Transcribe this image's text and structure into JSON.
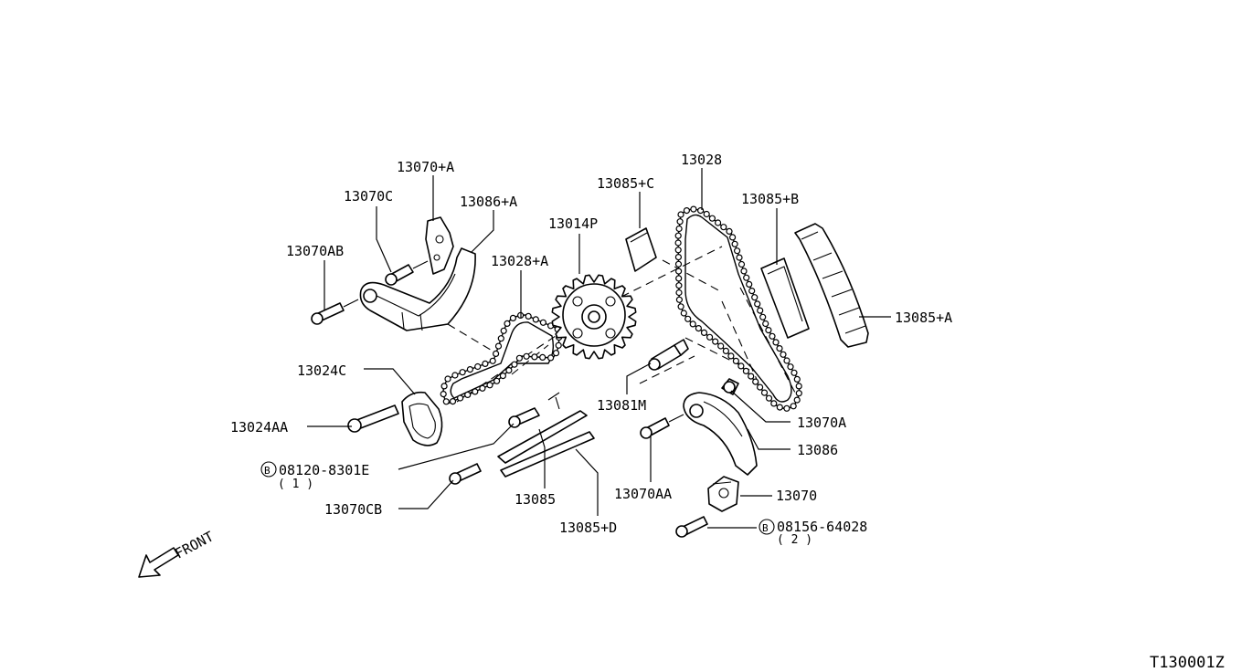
{
  "diagram": {
    "code": "T130001Z",
    "front_label": "FRONT",
    "labels": {
      "p13070_A_plus": "13070+A",
      "p13070C": "13070C",
      "p13086_A_plus": "13086+A",
      "p13070AB": "13070AB",
      "p13028_A_plus": "13028+A",
      "p13014P": "13014P",
      "p13085_C_plus": "13085+C",
      "p13028": "13028",
      "p13085_B_plus": "13085+B",
      "p13085_A_plus": "13085+A",
      "p13024C": "13024C",
      "p13024AA": "13024AA",
      "p08120": "08120-8301E",
      "p08120_qty": "( 1 )",
      "p13070CB": "13070CB",
      "p13085": "13085",
      "p13085_D_plus": "13085+D",
      "p13081M": "13081M",
      "p13070A": "13070A",
      "p13086": "13086",
      "p13070AA": "13070AA",
      "p13070": "13070",
      "p08156": "08156-64028",
      "p08156_qty": "( 2 )",
      "bolt_marker": "B"
    }
  }
}
